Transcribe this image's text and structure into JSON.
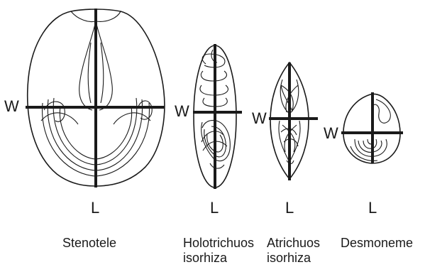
{
  "figure": {
    "capsules": [
      {
        "id": "stenotele",
        "width_label": "W",
        "length_label": "L",
        "name_lines": [
          "Stenotele"
        ]
      },
      {
        "id": "holotrichous-isorhiza",
        "width_label": "W",
        "length_label": "L",
        "name_lines": [
          "Holotrichuos",
          "isorhiza"
        ]
      },
      {
        "id": "atrichous-isorhiza",
        "width_label": "W",
        "length_label": "L",
        "name_lines": [
          "Atrichuos",
          "isorhiza"
        ]
      },
      {
        "id": "desmoneme",
        "width_label": "W",
        "length_label": "L",
        "name_lines": [
          "Desmoneme"
        ]
      }
    ],
    "colors": {
      "ink": "#1a1a1a",
      "background": "#ffffff"
    }
  }
}
